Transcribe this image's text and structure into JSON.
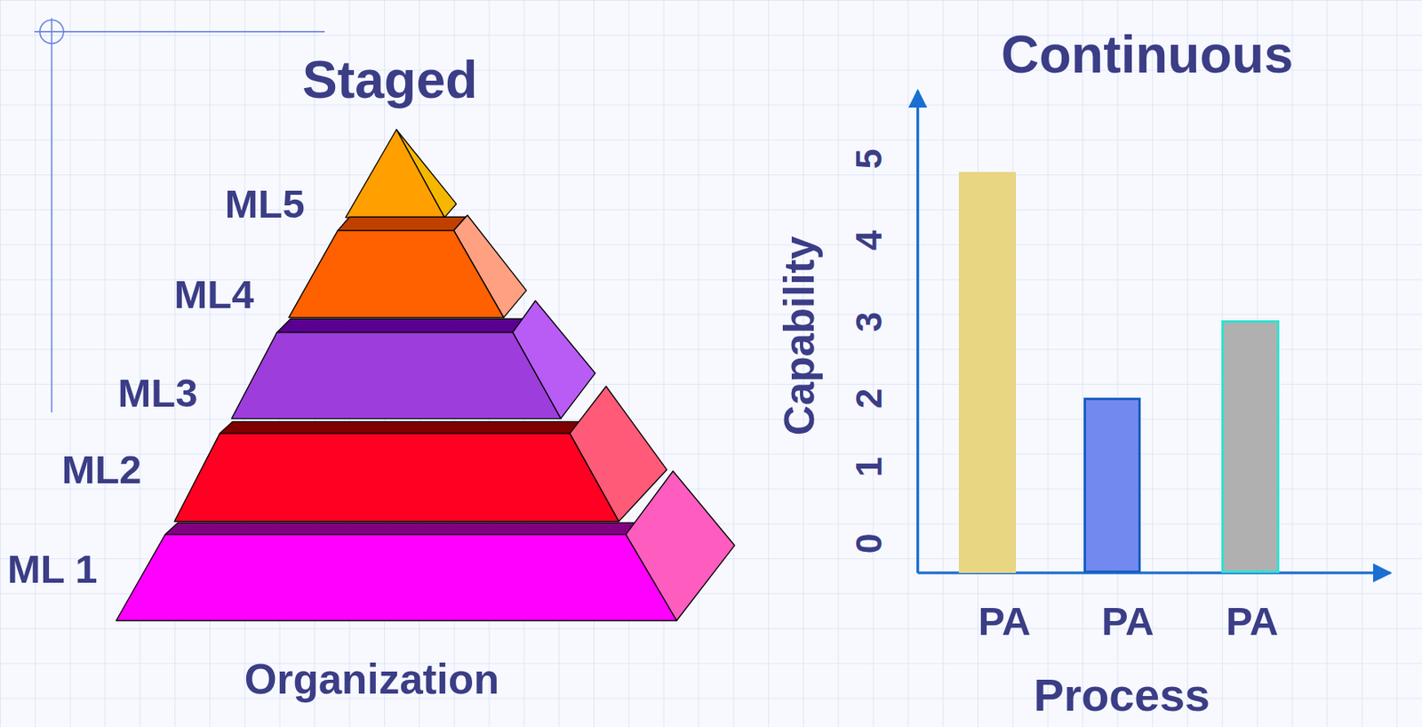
{
  "diagram": {
    "nodes": [
      {
        "text": [
          "ML5"
        ]
      },
      {
        "text": [
          "ML4"
        ]
      },
      {
        "text": [
          "ML3"
        ]
      },
      {
        "text": [
          "ML2"
        ]
      },
      {
        "text": [
          "ML 1"
        ]
      },
      {
        "text": [
          "PA"
        ]
      },
      {
        "text": [
          "PA"
        ]
      },
      {
        "text": [
          "PA"
        ]
      }
    ],
    "labels": [
      "Staged",
      "Continuous",
      "Organization",
      "Capability",
      "0",
      "1",
      "2",
      "3",
      "4",
      "5",
      "Process"
    ]
  }
}
